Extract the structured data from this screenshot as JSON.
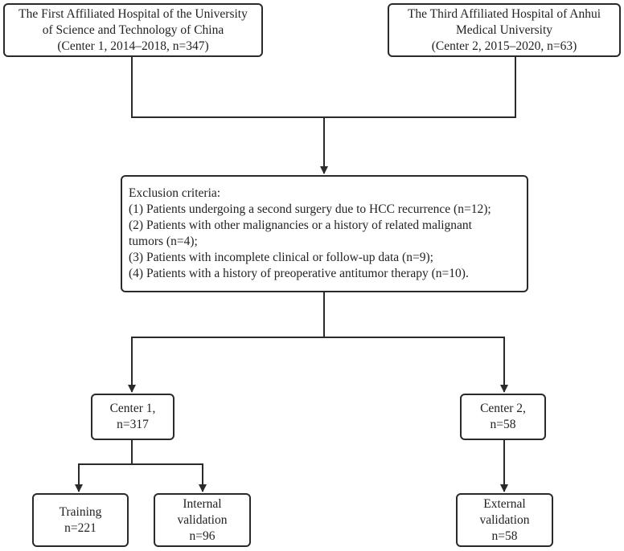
{
  "sources": {
    "center1": {
      "lines": [
        "The First Affiliated Hospital of the University",
        "of Science and Technology of China",
        "(Center 1, 2014–2018, n=347)"
      ]
    },
    "center2": {
      "lines": [
        "The Third Affiliated Hospital of Anhui",
        "Medical University",
        "(Center 2, 2015–2020, n=63)"
      ]
    }
  },
  "exclusion": {
    "lines": [
      "Exclusion criteria:",
      "(1) Patients undergoing a second surgery due to HCC recurrence (n=12);",
      "(2) Patients with other malignancies or a history of related malignant",
      "tumors (n=4);",
      "(3) Patients with incomplete clinical or follow-up data (n=9);",
      "(4) Patients with a history of preoperative antitumor therapy (n=10)."
    ]
  },
  "center1_result": {
    "lines": [
      "Center 1,",
      "n=317"
    ]
  },
  "center2_result": {
    "lines": [
      "Center 2,",
      "n=58"
    ]
  },
  "training": {
    "lines": [
      "Training",
      "n=221"
    ]
  },
  "internal_validation": {
    "lines": [
      "Internal",
      "validation",
      "n=96"
    ]
  },
  "external_validation": {
    "lines": [
      "External",
      "validation",
      "n=58"
    ]
  },
  "colors": {
    "line": "#2a2a2a",
    "text": "#222222",
    "background": "#ffffff"
  }
}
